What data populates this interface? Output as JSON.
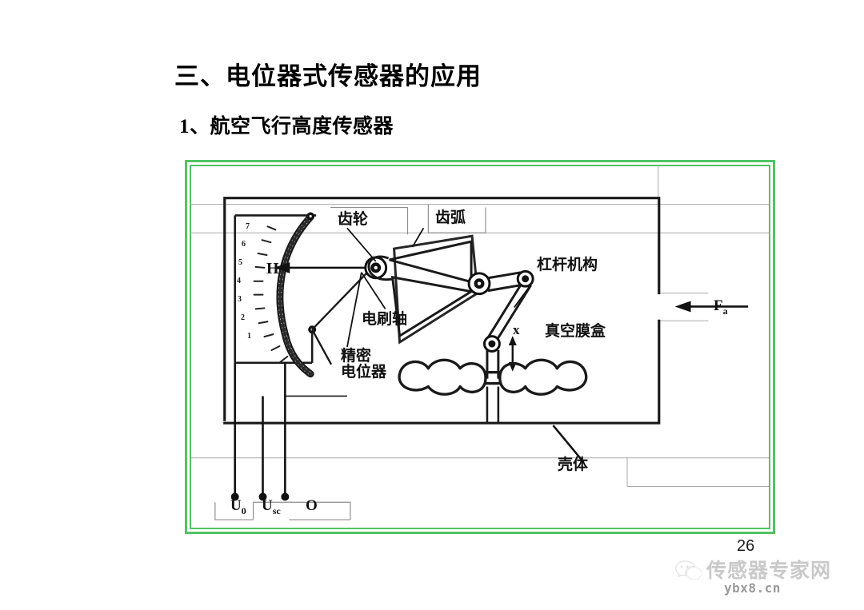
{
  "slide": {
    "heading_1": "三、电位器式传感器的应用",
    "heading_2": "1、航空飞行高度传感器",
    "page_number": "26"
  },
  "figure": {
    "border_color": "#53c462",
    "labels": {
      "gear": "齿轮",
      "toothed_arc": "齿弧",
      "lever_mechanism": "杠杆机构",
      "brush_shaft": "电刷轴",
      "precision_potentiometer_line1": "精密",
      "precision_potentiometer_line2": "电位器",
      "vacuum_capsule": "真空膜盒",
      "housing": "壳体",
      "height_symbol": "H",
      "displacement_symbol": "x",
      "force_symbol": "F",
      "force_subscript": "a",
      "terminal_u0": "U",
      "terminal_u0_sub": "0",
      "terminal_usc": "U",
      "terminal_usc_sub": "sc",
      "terminal_o": "O"
    },
    "scale_ticks": [
      "7",
      "6",
      "5",
      "4",
      "3",
      "2",
      "1"
    ]
  },
  "watermark": {
    "icon": "wechat-icon",
    "text": "传感器专家网",
    "url": "ybx8.cn"
  }
}
